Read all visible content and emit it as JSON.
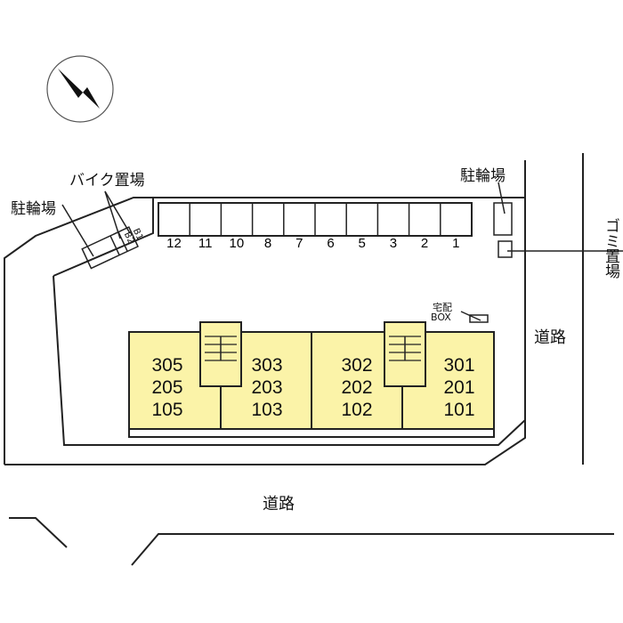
{
  "labels": {
    "bike_parking_motor": "バイク置場",
    "bicycle_parking_left": "駐輪場",
    "bicycle_parking_right": "駐輪場",
    "garbage": "ゴミ置場",
    "delivery_box_line1": "宅配",
    "delivery_box_line2": "BOX",
    "road_right": "道路",
    "road_bottom": "道路",
    "bike_b1": "B1",
    "bike_b2": "B2"
  },
  "parking_spaces": [
    "12",
    "11",
    "10",
    "8",
    "7",
    "6",
    "5",
    "3",
    "2",
    "1"
  ],
  "units": [
    {
      "top": "305",
      "mid": "205",
      "bot": "105"
    },
    {
      "top": "303",
      "mid": "203",
      "bot": "103"
    },
    {
      "top": "302",
      "mid": "202",
      "bot": "102"
    },
    {
      "top": "301",
      "mid": "201",
      "bot": "101"
    }
  ],
  "colors": {
    "building": "#fbf3a8",
    "line": "#222222"
  }
}
